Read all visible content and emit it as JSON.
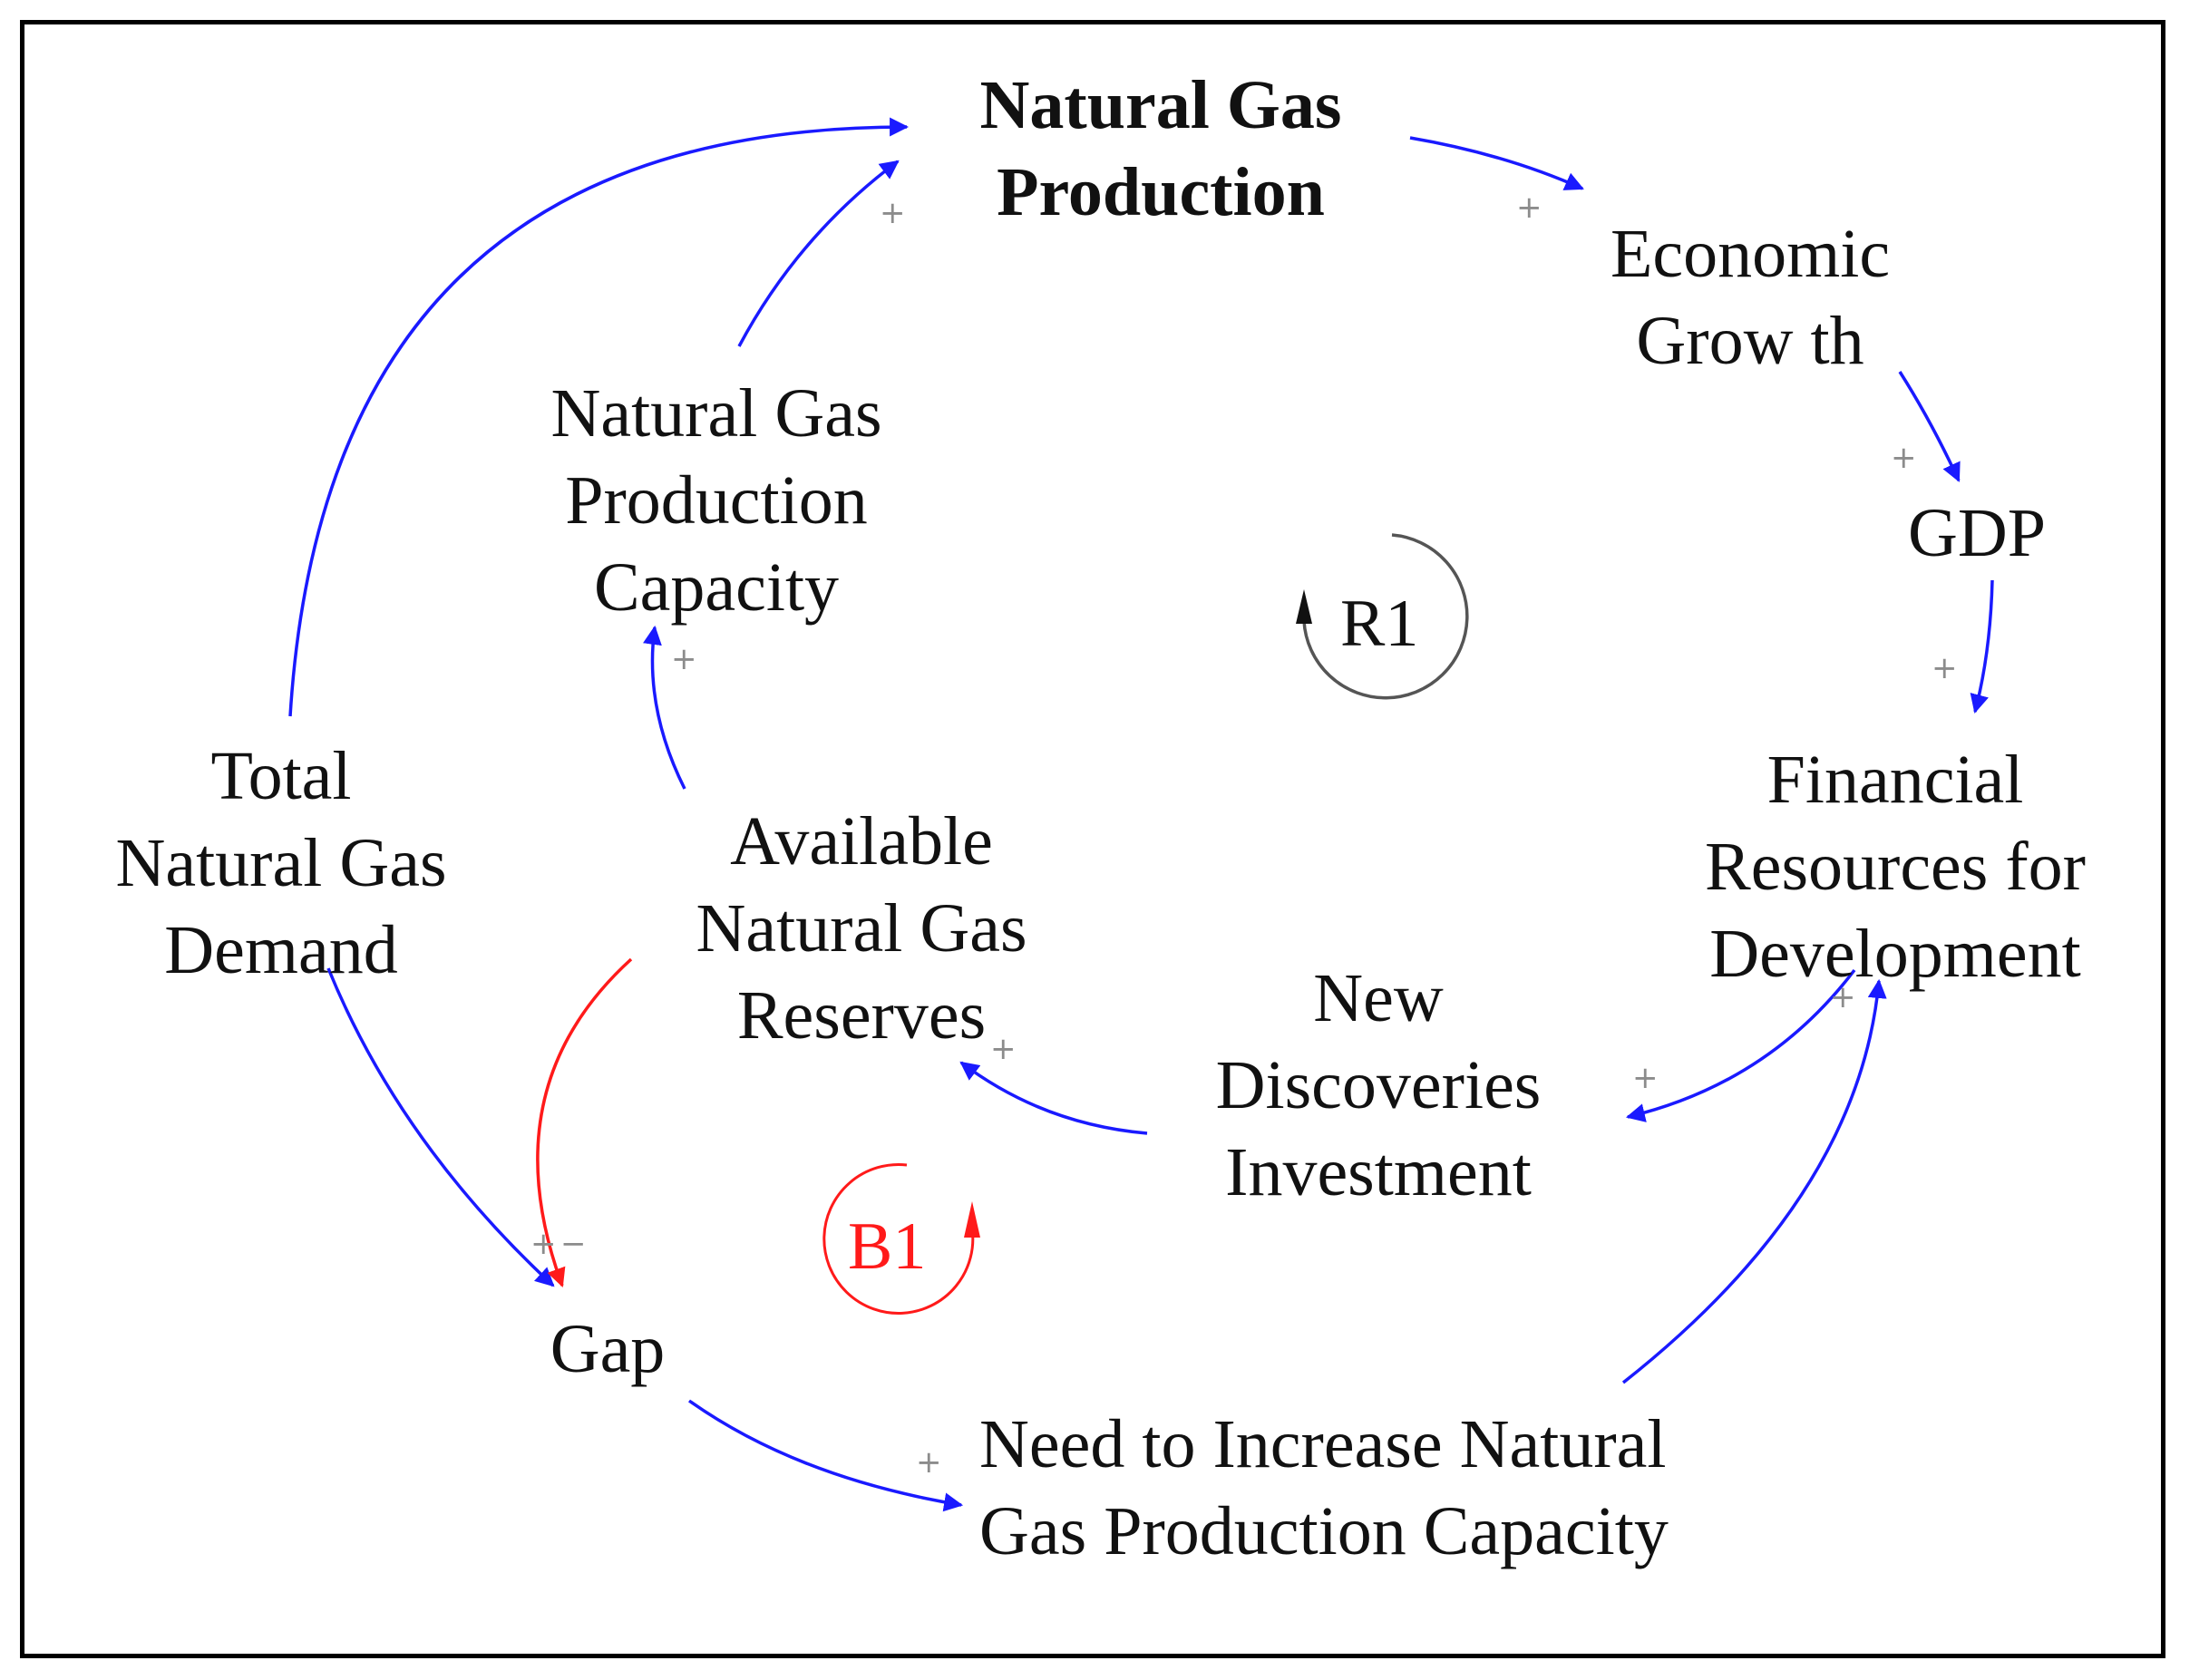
{
  "colors": {
    "positive_link": "#1a1aff",
    "negative_link": "#ff1a1a",
    "reinforcing_loop": "#555555",
    "balancing_loop": "#ff1a1a",
    "sign": "#8c8c8c",
    "frame": "#000000"
  },
  "nodes": {
    "natural_gas_production": {
      "lines": [
        "Natural Gas",
        "Production"
      ]
    },
    "economic_growth": {
      "lines": [
        "Economic",
        "Grow th"
      ]
    },
    "gdp": {
      "lines": [
        "GDP"
      ]
    },
    "financial_resources": {
      "lines": [
        "Financial",
        "Resources for",
        "Development"
      ]
    },
    "new_discoveries_investment": {
      "lines": [
        "New",
        "Discoveries",
        "Investment"
      ]
    },
    "available_reserves": {
      "lines": [
        "Available",
        "Natural Gas",
        "Reserves"
      ]
    },
    "production_capacity": {
      "lines": [
        "Natural Gas",
        "Production",
        "Capacity"
      ]
    },
    "total_demand": {
      "lines": [
        "Total",
        "Natural Gas",
        "Demand"
      ]
    },
    "gap": {
      "lines": [
        "Gap"
      ]
    },
    "need_to_increase": {
      "lines": [
        "Need to Increase Natural",
        "Gas Production Capacity"
      ]
    }
  },
  "loops": {
    "r1": {
      "label": "R1"
    },
    "b1": {
      "label": "B1"
    }
  },
  "links": [
    {
      "from": "Natural Gas Production",
      "to": "Economic Growth",
      "polarity": "+"
    },
    {
      "from": "Economic Growth",
      "to": "GDP",
      "polarity": "+"
    },
    {
      "from": "GDP",
      "to": "Financial Resources for Development",
      "polarity": "+"
    },
    {
      "from": "Financial Resources for Development",
      "to": "New Discoveries Investment",
      "polarity": "+"
    },
    {
      "from": "New Discoveries Investment",
      "to": "Available Natural Gas Reserves",
      "polarity": "+"
    },
    {
      "from": "Available Natural Gas Reserves",
      "to": "Natural Gas Production Capacity",
      "polarity": "+"
    },
    {
      "from": "Natural Gas Production Capacity",
      "to": "Natural Gas Production",
      "polarity": "+"
    },
    {
      "from": "Total Natural Gas Demand",
      "to": "Natural Gas Production",
      "polarity": ""
    },
    {
      "from": "Total Natural Gas Demand",
      "to": "Gap",
      "polarity": "+"
    },
    {
      "from": "Available Natural Gas Reserves",
      "to": "Gap",
      "polarity": "−"
    },
    {
      "from": "Gap",
      "to": "Need to Increase Natural Gas Production Capacity",
      "polarity": "+"
    },
    {
      "from": "Need to Increase Natural Gas Production Capacity",
      "to": "Financial Resources for Development",
      "polarity": ""
    }
  ],
  "signs": {
    "plus": "+",
    "minus": "−"
  }
}
